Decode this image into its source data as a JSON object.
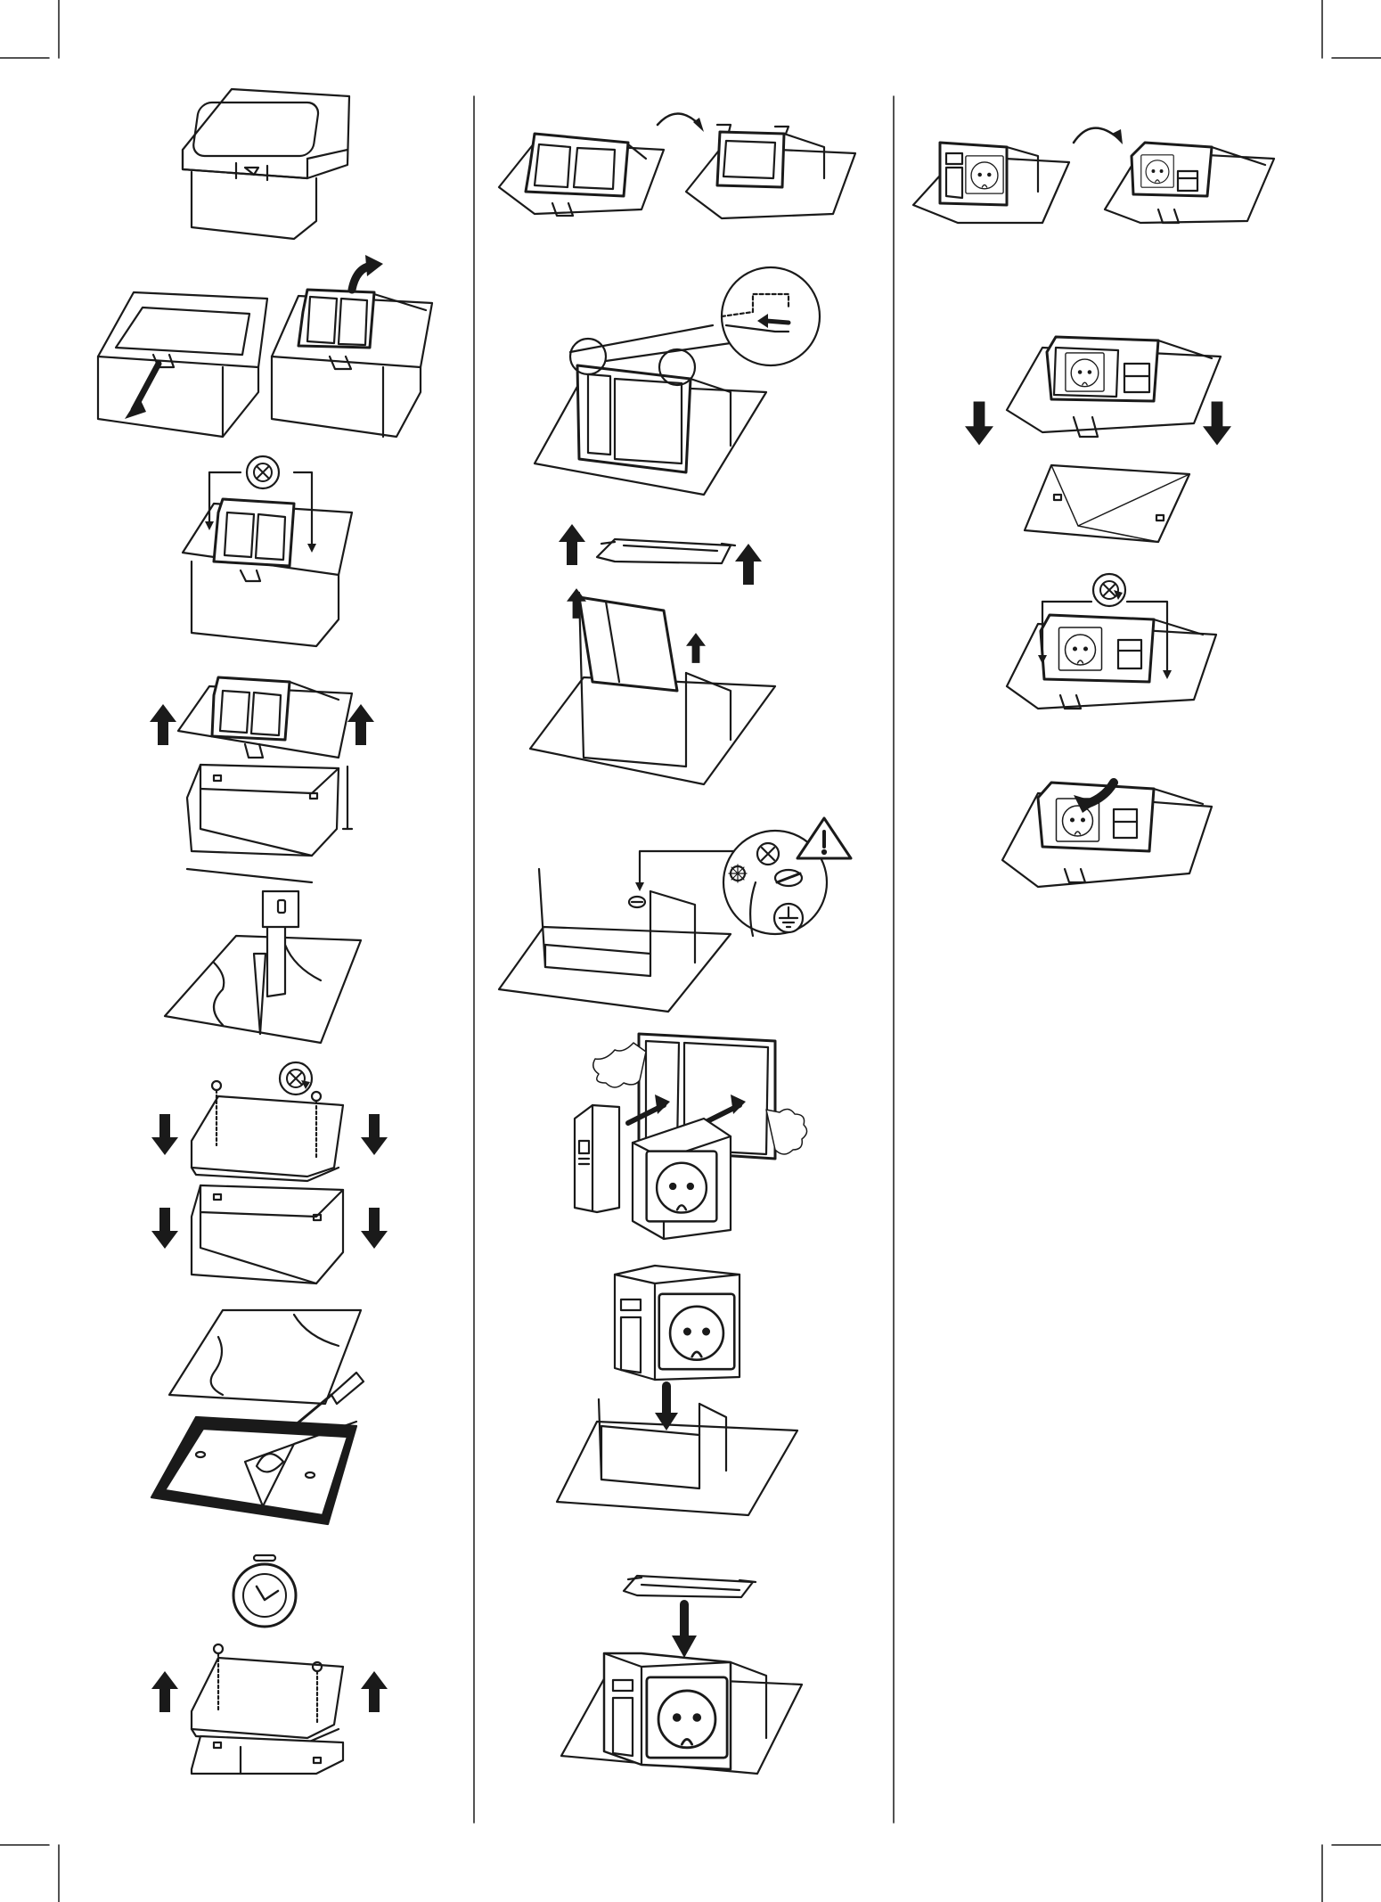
{
  "sheet": {
    "columns": 3,
    "colors": {
      "ink": "#1a1a1a",
      "paper": "#ffffff",
      "fill": "#1a1a1a"
    },
    "steps": [
      {
        "id": "c1-s1",
        "column": 1,
        "icon": "closed-floor-box-icon"
      },
      {
        "id": "c1-s2",
        "column": 1,
        "icon": "open-lid-icon"
      },
      {
        "id": "c1-s3",
        "column": 1,
        "icon": "unscrew-frame-icon"
      },
      {
        "id": "c1-s4",
        "column": 1,
        "icon": "lift-frame-icon"
      },
      {
        "id": "c1-s5",
        "column": 1,
        "icon": "mark-floor-icon"
      },
      {
        "id": "c1-s6",
        "column": 1,
        "icon": "assemble-box-icon"
      },
      {
        "id": "c1-s7",
        "column": 1,
        "icon": "trowel-icon"
      },
      {
        "id": "c1-s8",
        "column": 1,
        "icon": "stopwatch-icon"
      },
      {
        "id": "c1-s9",
        "column": 1,
        "icon": "remove-cover-icon"
      },
      {
        "id": "c2-s1",
        "column": 2,
        "icon": "rotate-frame-icon"
      },
      {
        "id": "c2-s2",
        "column": 2,
        "icon": "clip-detail-icon"
      },
      {
        "id": "c2-s3",
        "column": 2,
        "icon": "remove-inner-frame-icon"
      },
      {
        "id": "c2-s4",
        "column": 2,
        "icon": "earth-wiring-icon",
        "warning": true
      },
      {
        "id": "c2-s5",
        "column": 2,
        "icon": "insert-modules-icon"
      },
      {
        "id": "c2-s6",
        "column": 2,
        "icon": "place-modules-icon"
      },
      {
        "id": "c2-s7",
        "column": 2,
        "icon": "fit-bracket-icon"
      },
      {
        "id": "c3-s1",
        "column": 3,
        "icon": "rotate-insert-icon"
      },
      {
        "id": "c3-s2",
        "column": 3,
        "icon": "lower-frame-icon"
      },
      {
        "id": "c3-s3",
        "column": 3,
        "icon": "screw-frame-icon"
      },
      {
        "id": "c3-s4",
        "column": 3,
        "icon": "close-lid-icon"
      }
    ]
  }
}
